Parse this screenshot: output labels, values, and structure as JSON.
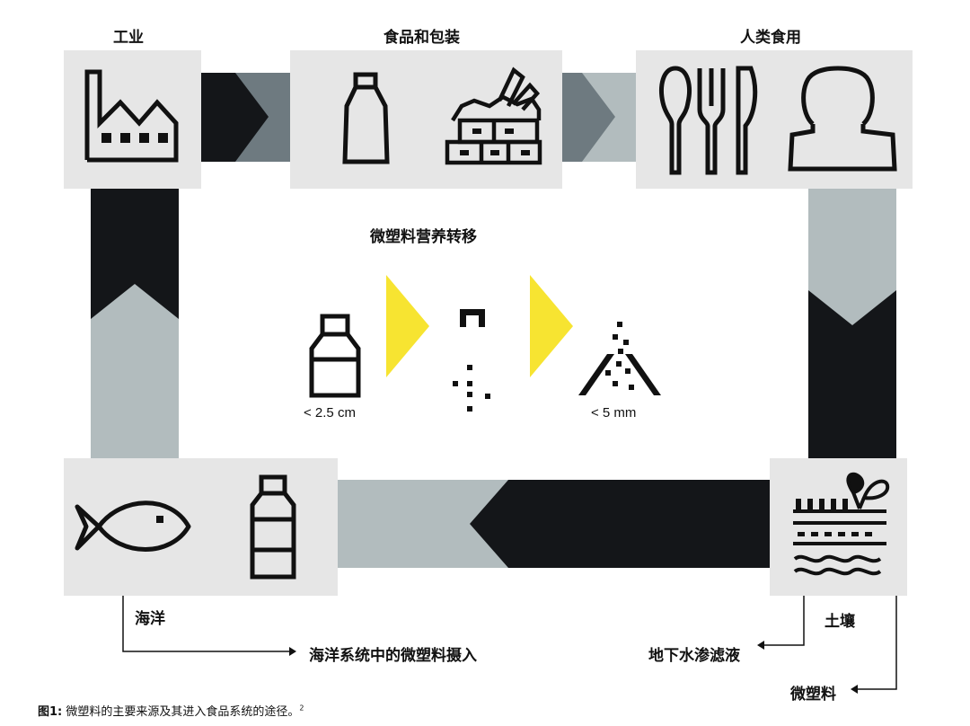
{
  "nodes": {
    "industry": "工业",
    "food_packaging": "食品和包装",
    "human_consumption": "人类食用",
    "ocean": "海洋",
    "soil": "土壤"
  },
  "center": {
    "title": "微塑料营养转移",
    "size_large": "< 2.5 cm",
    "size_small": "< 5 mm"
  },
  "outputs": {
    "ocean_uptake": "海洋系统中的微塑料摄入",
    "groundwater": "地下水渗滤液",
    "microplastics": "微塑料"
  },
  "caption": {
    "label": "图1:",
    "text": "微塑料的主要来源及其进入食品系统的途径。",
    "ref": "2"
  },
  "colors": {
    "panel": "#e6e6e6",
    "dark": "#141619",
    "mid": "#6e7a80",
    "light": "#b2bcbe",
    "accent": "#f7e431"
  }
}
